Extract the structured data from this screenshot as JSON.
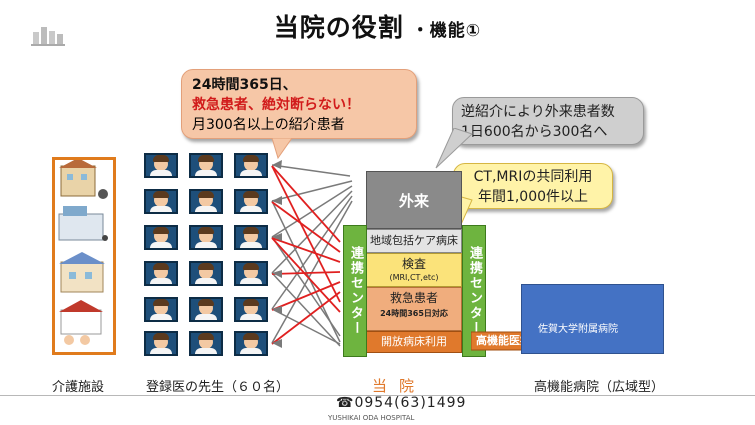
{
  "header": {
    "title": "当院の役割",
    "subtitle": "・機能①"
  },
  "callouts": {
    "emergency": {
      "line1": "24時間365日、",
      "line2": "救急患者、絶対断らない！",
      "line3": "月300名以上の紹介患者"
    },
    "outpatient": {
      "line1": "逆紹介により外来患者数",
      "line2": "1日600名から300名へ"
    },
    "ct_mri": {
      "line1": "CT,MRIの共同利用",
      "line2": "年間1,000件以上"
    }
  },
  "hospital": {
    "outpatient": "外来",
    "ward": "地域包括ケア病床",
    "exam": "検査",
    "exam_note": "(MRI,CT,etc)",
    "emergency": "救急患者",
    "emergency_note": "24時間365日対応",
    "open_beds": "開放病床利用",
    "renkei_left": "連携センター",
    "renkei_right": "連携センター",
    "arrow_label": "高機能医療",
    "name": "当院",
    "phone": "☎0954(63)1499"
  },
  "labels": {
    "facilities": "介護施設",
    "doctors": "登録医の先生（６０名）",
    "advanced_hospital": "高機能病院（広域型）",
    "university": "佐賀大学附属病院"
  },
  "footer": {
    "text": "YUSHIKAI ODA HOSPITAL"
  },
  "colors": {
    "orange_accent": "#e0792c",
    "green_center": "#6eb43f",
    "blue_hospital": "#4472c4",
    "red_text": "#d11b1b",
    "connector_red": "#e02020",
    "connector_gray": "#7a7a7a"
  }
}
